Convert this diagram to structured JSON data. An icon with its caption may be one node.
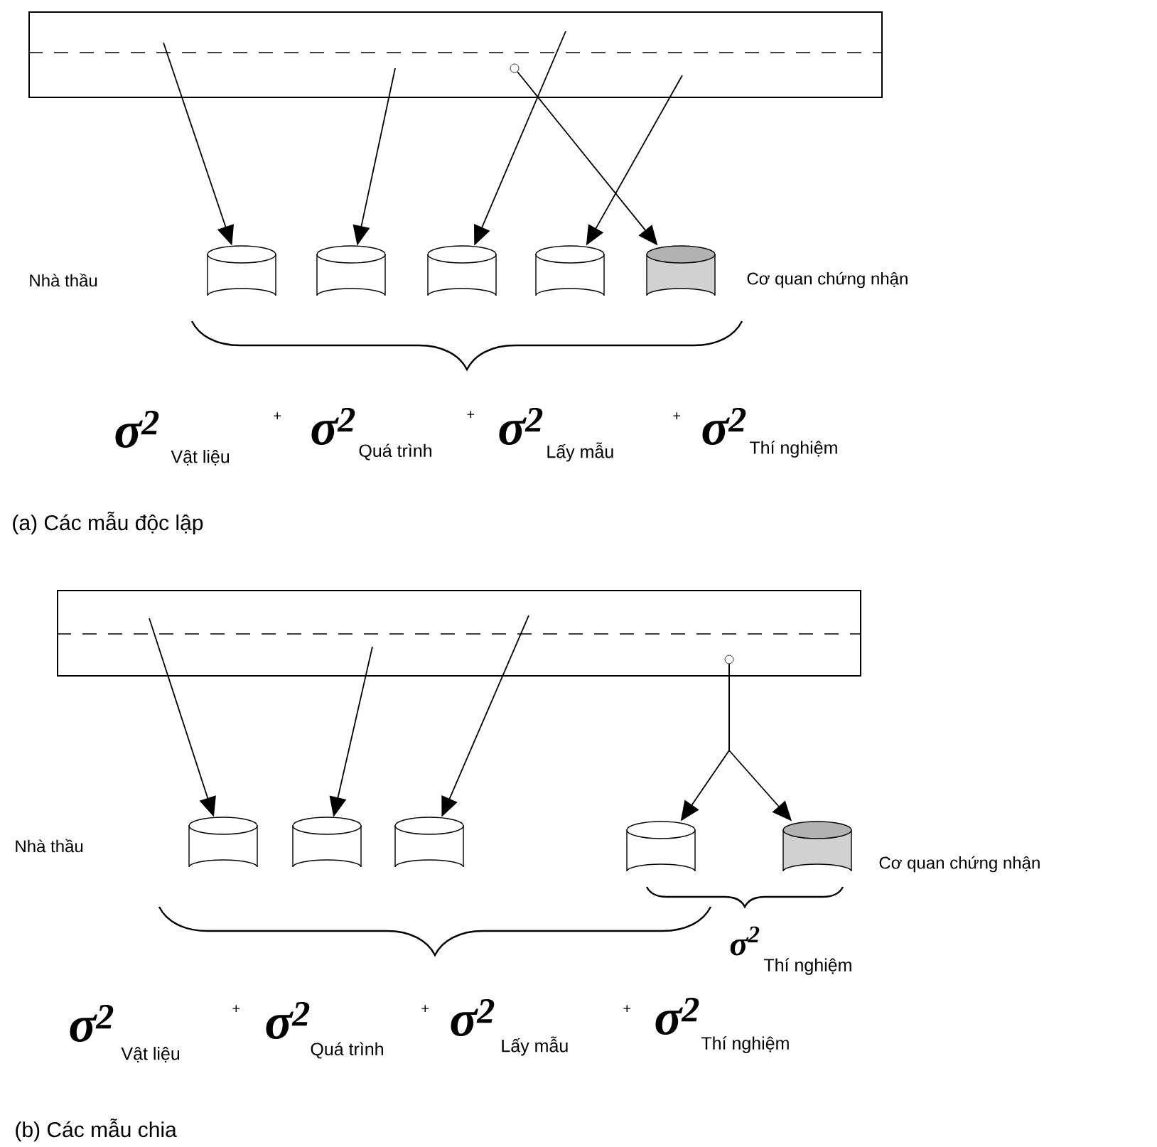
{
  "diagram": {
    "nodes": [
      {
        "text": [],
        "shape": "box"
      },
      {
        "text": [],
        "shape": "circle",
        "in": 0
      },
      {
        "text": [],
        "shape": "cylinder"
      },
      {
        "text": [],
        "shape": "cylinder"
      },
      {
        "text": [],
        "shape": "cylinder"
      },
      {
        "text": [],
        "shape": "cylinder"
      },
      {
        "text": [],
        "shape": "cylinder"
      },
      {
        "text": [],
        "shape": "box"
      },
      {
        "text": [],
        "shape": "circle",
        "in": 7
      },
      {
        "text": [],
        "shape": "cylinder"
      },
      {
        "text": [],
        "shape": "cylinder"
      },
      {
        "text": [],
        "shape": "cylinder"
      },
      {
        "text": [],
        "shape": "cylinder"
      },
      {
        "text": [],
        "shape": "cylinder"
      }
    ],
    "edges": [
      {
        "from": 0,
        "to": 2,
        "arrow": "to"
      },
      {
        "from": 0,
        "to": 3,
        "arrow": "to"
      },
      {
        "from": 0,
        "to": 4,
        "arrow": "to"
      },
      {
        "from": 0,
        "to": 5,
        "arrow": "to"
      },
      {
        "from": 1,
        "to": 6,
        "arrow": "to"
      },
      {
        "from": 7,
        "to": 9,
        "arrow": "to"
      },
      {
        "from": 7,
        "to": 10,
        "arrow": "to"
      },
      {
        "from": 7,
        "to": 11,
        "arrow": "to"
      },
      {
        "from": 8,
        "to": 12,
        "arrow": "to"
      },
      {
        "from": 8,
        "to": 13,
        "arrow": "to"
      }
    ],
    "labels": [
      "Nhà thầu",
      "Cơ quan chứng nhận",
      "σ$^{2}$",
      "Vật liệu",
      "+",
      "σ$^{2}$",
      "Quá trình",
      "+",
      "σ$^{2}$",
      "Lấy mẫu",
      "+",
      "σ$^{2}$",
      "Thí nghiệm",
      "(a) Các mẫu độc lập",
      "Nhà thầu",
      "Cơ quan chứng nhận",
      "σ$^{2}$",
      "Thí nghiệm",
      "σ$^{2}$",
      "Vật liệu",
      "+",
      "σ$^{2}$",
      "Quá trình",
      "+",
      "σ$^{2}$",
      "Lấy mẫu",
      "+",
      "σ$^{2}$",
      "Thí nghiệm",
      "(b) Các mẫu chia"
    ]
  }
}
